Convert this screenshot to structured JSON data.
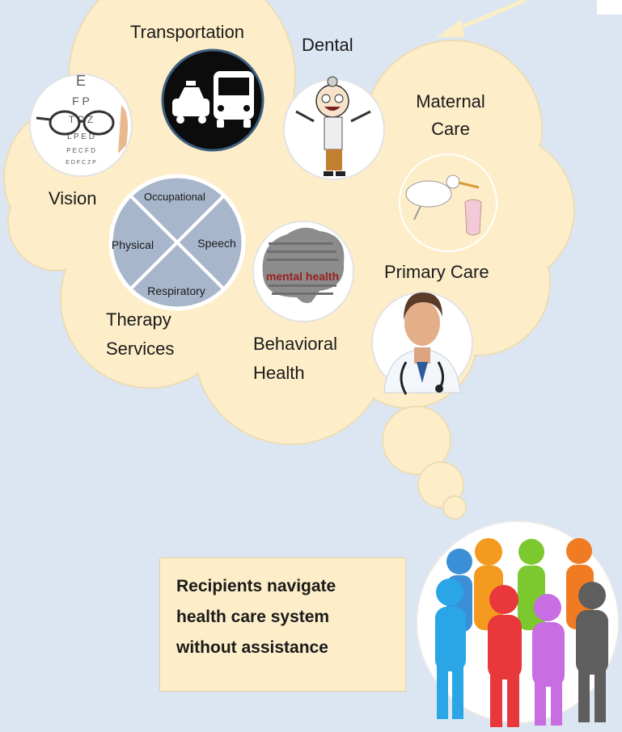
{
  "services": {
    "transportation": "Transportation",
    "dental": "Dental",
    "maternal_care_line1": "Maternal",
    "maternal_care_line2": "Care",
    "vision": "Vision",
    "primary_care": "Primary Care",
    "therapy_line1": "Therapy",
    "therapy_line2": "Services",
    "behavioral_line1": "Behavioral",
    "behavioral_line2": "Health"
  },
  "therapy_wheel": {
    "top": "Occupational",
    "left": "Physical",
    "right": "Speech",
    "bottom": "Respiratory"
  },
  "images": {
    "eye_chart_letters": [
      "E",
      "F P",
      "T O Z",
      "L P E D",
      "P E C F D",
      "E D F C Z P"
    ],
    "mental_health_text": "mental health"
  },
  "caption": {
    "line1": "Recipients navigate",
    "line2": "health care system",
    "line3": "without assistance"
  },
  "colors": {
    "background": "#dbe6f2",
    "cloud": "#fdeec9",
    "wheel": "#a8b6cc",
    "arrow": "#fbeec6"
  }
}
